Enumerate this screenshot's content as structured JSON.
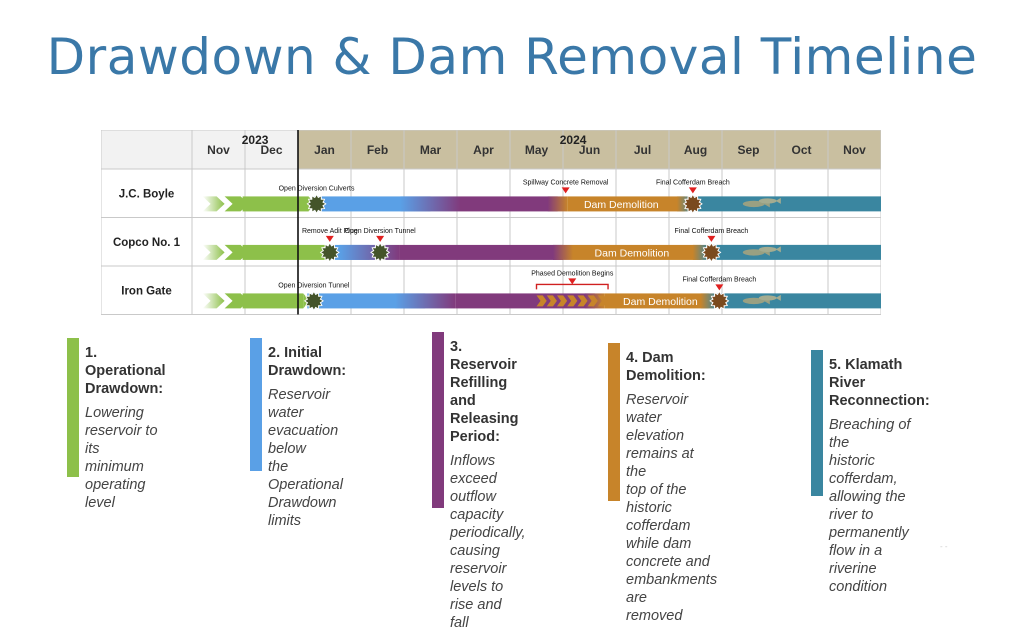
{
  "title": "Drawdown & Dam Removal Timeline",
  "timeline": {
    "months": [
      "Nov",
      "Dec",
      "Jan",
      "Feb",
      "Mar",
      "Apr",
      "May",
      "Jun",
      "Jul",
      "Aug",
      "Sep",
      "Oct",
      "Nov"
    ],
    "years": [
      {
        "label": "2023",
        "month_index": 0.7
      },
      {
        "label": "2024",
        "month_index": 6.7
      }
    ],
    "now_marker_month": 2.0,
    "header_colors": {
      "2023": "#f2f2f2",
      "2024": "#c9bfa0"
    },
    "phase_colors": {
      "operational": "#8dc04a",
      "initial": "#5aa0e6",
      "refill": "#813a7c",
      "demolition": "#c7842a",
      "reconnection": "#3a86a0"
    },
    "rows": [
      {
        "name": "J.C. Boyle",
        "segments": {
          "operational_end": 2.2,
          "initial_end": 4.5,
          "refill_end": 6.9,
          "demolition_end": 9.3
        },
        "demolition_label": "Dam Demolition",
        "milestones": [
          {
            "label": "Open Diversion Culverts",
            "month": 2.35,
            "type": "gear"
          },
          {
            "label": "Spillway Concrete Removal",
            "month": 7.05,
            "type": "arrow"
          },
          {
            "label": "Final Cofferdam Breach",
            "month": 9.45,
            "type": "arrow-gear"
          }
        ]
      },
      {
        "name": "Copco No. 1",
        "segments": {
          "operational_end": 2.55,
          "initial_end": 3.35,
          "refill_end": 7.0,
          "demolition_end": 9.6
        },
        "demolition_label": "Dam Demolition",
        "milestones": [
          {
            "label": "Remove Adit Plug",
            "month": 2.6,
            "type": "arrow-gear"
          },
          {
            "label": "Open Diversion Tunnel",
            "month": 3.55,
            "type": "arrow-gear"
          },
          {
            "label": "Final Cofferdam Breach",
            "month": 9.8,
            "type": "arrow-gear"
          }
        ]
      },
      {
        "name": "Iron Gate",
        "segments": {
          "operational_end": 2.1,
          "initial_end": 4.4,
          "refill_end": 7.6,
          "demolition_end": 9.75
        },
        "demolition_label": "Dam Demolition",
        "phased": {
          "label": "Phased Demolition Begins",
          "start": 6.5,
          "end": 7.85
        },
        "milestones": [
          {
            "label": "Open Diversion Tunnel",
            "month": 2.3,
            "type": "gear"
          },
          {
            "label": "Final Cofferdam Breach",
            "month": 9.95,
            "type": "arrow-gear"
          }
        ]
      }
    ]
  },
  "legend": [
    {
      "number": "1.",
      "heading": "1. Operational Drawdown:",
      "heading_lines": [
        "1. Operational",
        "Drawdown:"
      ],
      "body_lines": [
        "Lowering",
        "reservoir to its",
        "minimum",
        "operating level"
      ],
      "color": "#8dc04a"
    },
    {
      "number": "2.",
      "heading": "2. Initial Drawdown:",
      "heading_lines": [
        "2. Initial",
        "Drawdown:"
      ],
      "body_lines": [
        "Reservoir water",
        "evacuation below",
        "the Operational",
        "Drawdown limits"
      ],
      "color": "#5aa0e6"
    },
    {
      "number": "3.",
      "heading": "3. Reservoir Refilling and Releasing Period:",
      "heading_lines": [
        "3. Reservoir",
        "Refilling and",
        "Releasing Period:"
      ],
      "body_lines": [
        "Inflows exceed",
        "outflow capacity",
        "periodically,",
        "causing reservoir",
        "levels to rise and",
        "fall"
      ],
      "color": "#813a7c"
    },
    {
      "number": "4.",
      "heading": "4. Dam Demolition:",
      "heading_lines": [
        "4. Dam Demolition:"
      ],
      "body_lines": [
        "Reservoir water",
        "elevation remains at the",
        "top of the historic",
        "cofferdam while dam",
        "concrete and",
        "embankments are",
        "removed"
      ],
      "color": "#c7842a"
    },
    {
      "number": "5.",
      "heading": "5. Klamath River Reconnection:",
      "heading_lines": [
        "5. Klamath River",
        "Reconnection:"
      ],
      "body_lines": [
        "Breaching of the",
        "historic cofferdam,",
        "allowing the river to",
        "permanently flow in a",
        "riverine condition"
      ],
      "color": "#3a86a0"
    }
  ],
  "page_mark": "- -"
}
